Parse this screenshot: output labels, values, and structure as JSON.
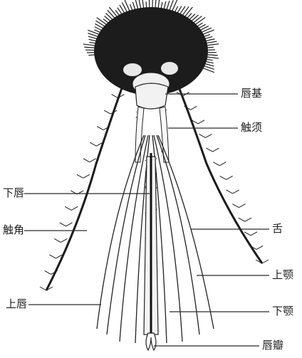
{
  "labels": {
    "labium_base": "唇基",
    "palp": "触须",
    "hypopharynx": "下唇",
    "antenna": "触角",
    "tongue": "舌",
    "maxilla": "上颚",
    "mandible": "下颚",
    "labrum": "上唇",
    "labella": "唇瓣"
  }
}
